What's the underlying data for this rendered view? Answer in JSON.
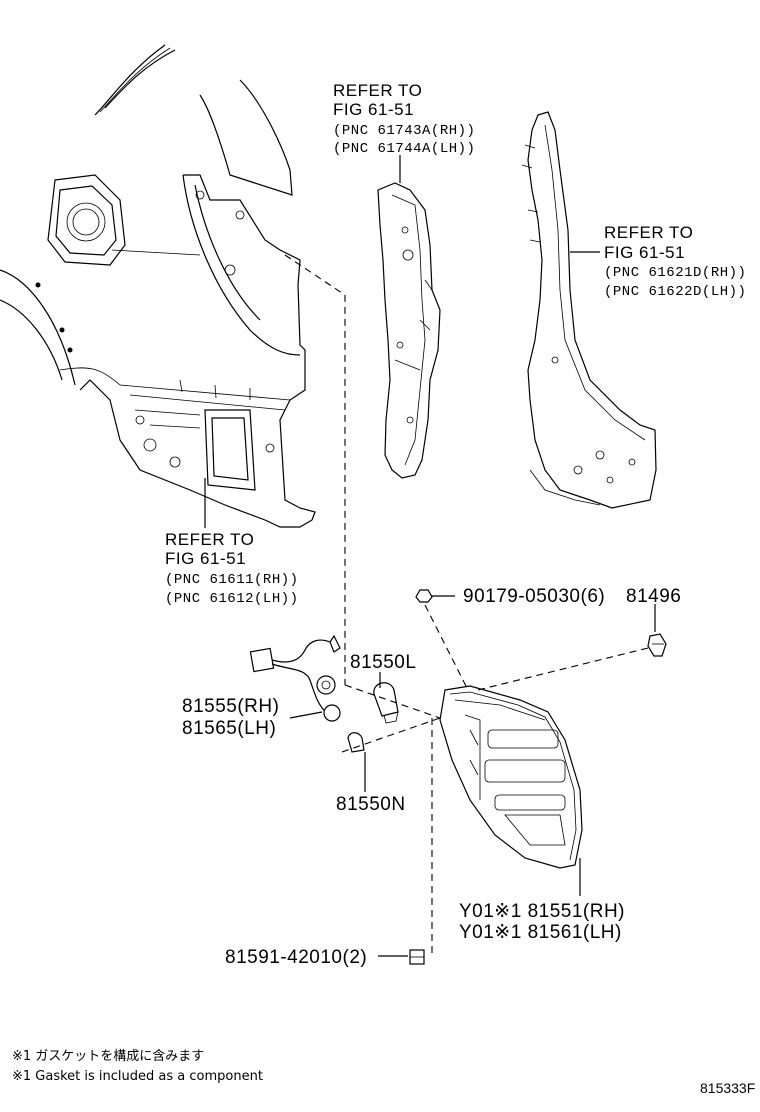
{
  "refs": {
    "upper_center": {
      "line1": "REFER TO",
      "line2": "FIG 61-51",
      "pnc1": "(PNC 61743A(RH))",
      "pnc2": "(PNC 61744A(LH))"
    },
    "right": {
      "line1": "REFER TO",
      "line2": "FIG 61-51",
      "pnc1": "(PNC 61621D(RH))",
      "pnc2": "(PNC 61622D(LH))"
    },
    "left": {
      "line1": "REFER TO",
      "line2": "FIG 61-51",
      "pnc1": "(PNC 61611(RH))",
      "pnc2": "(PNC 61612(LH))"
    }
  },
  "parts": {
    "screw": "90179-05030(6)",
    "clip": "81496",
    "bulb_l": "81550L",
    "socket_rh": "81555(RH)",
    "socket_lh": "81565(LH)",
    "bulb_n": "81550N",
    "lamp_rh": "Y01※1 81551(RH)",
    "lamp_lh": "Y01※1 81561(LH)",
    "nut": "81591-42010(2)"
  },
  "notes": {
    "jp": "※1 ガスケットを構成に含みます",
    "en": "※1 Gasket is included as a component"
  },
  "figure_code": "815333F"
}
